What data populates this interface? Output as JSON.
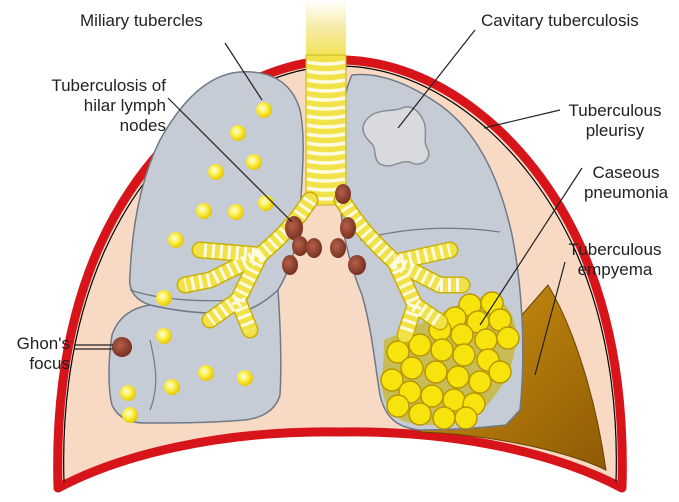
{
  "labels": {
    "miliary_tubercles": "Miliary tubercles",
    "hilar_lymph_nodes": [
      "Tuberculosis of",
      "hilar lymph",
      "nodes"
    ],
    "ghons_focus": [
      "Ghon's",
      "focus"
    ],
    "cavitary_tuberculosis": "Cavitary tuberculosis",
    "tuberculous_pleurisy": [
      "Tuberculous",
      "pleurisy"
    ],
    "caseous_pneumonia": [
      "Caseous",
      "pneumonia"
    ],
    "tuberculous_empyema": [
      "Tuberculous",
      "empyema"
    ]
  },
  "colors": {
    "pleura_outline": "#d7141a",
    "pleural_space": "#f7d9c4",
    "lung_fill": "#c5ccd6",
    "lung_outline": "#6f7a86",
    "airway_yellow": "#f2e24a",
    "airway_stripe": "#fffbe0",
    "tubercle": "#f7e40f",
    "lymph_node": "#8a3b2a",
    "empyema": "#b07408",
    "cavity": "#d8dadd"
  }
}
